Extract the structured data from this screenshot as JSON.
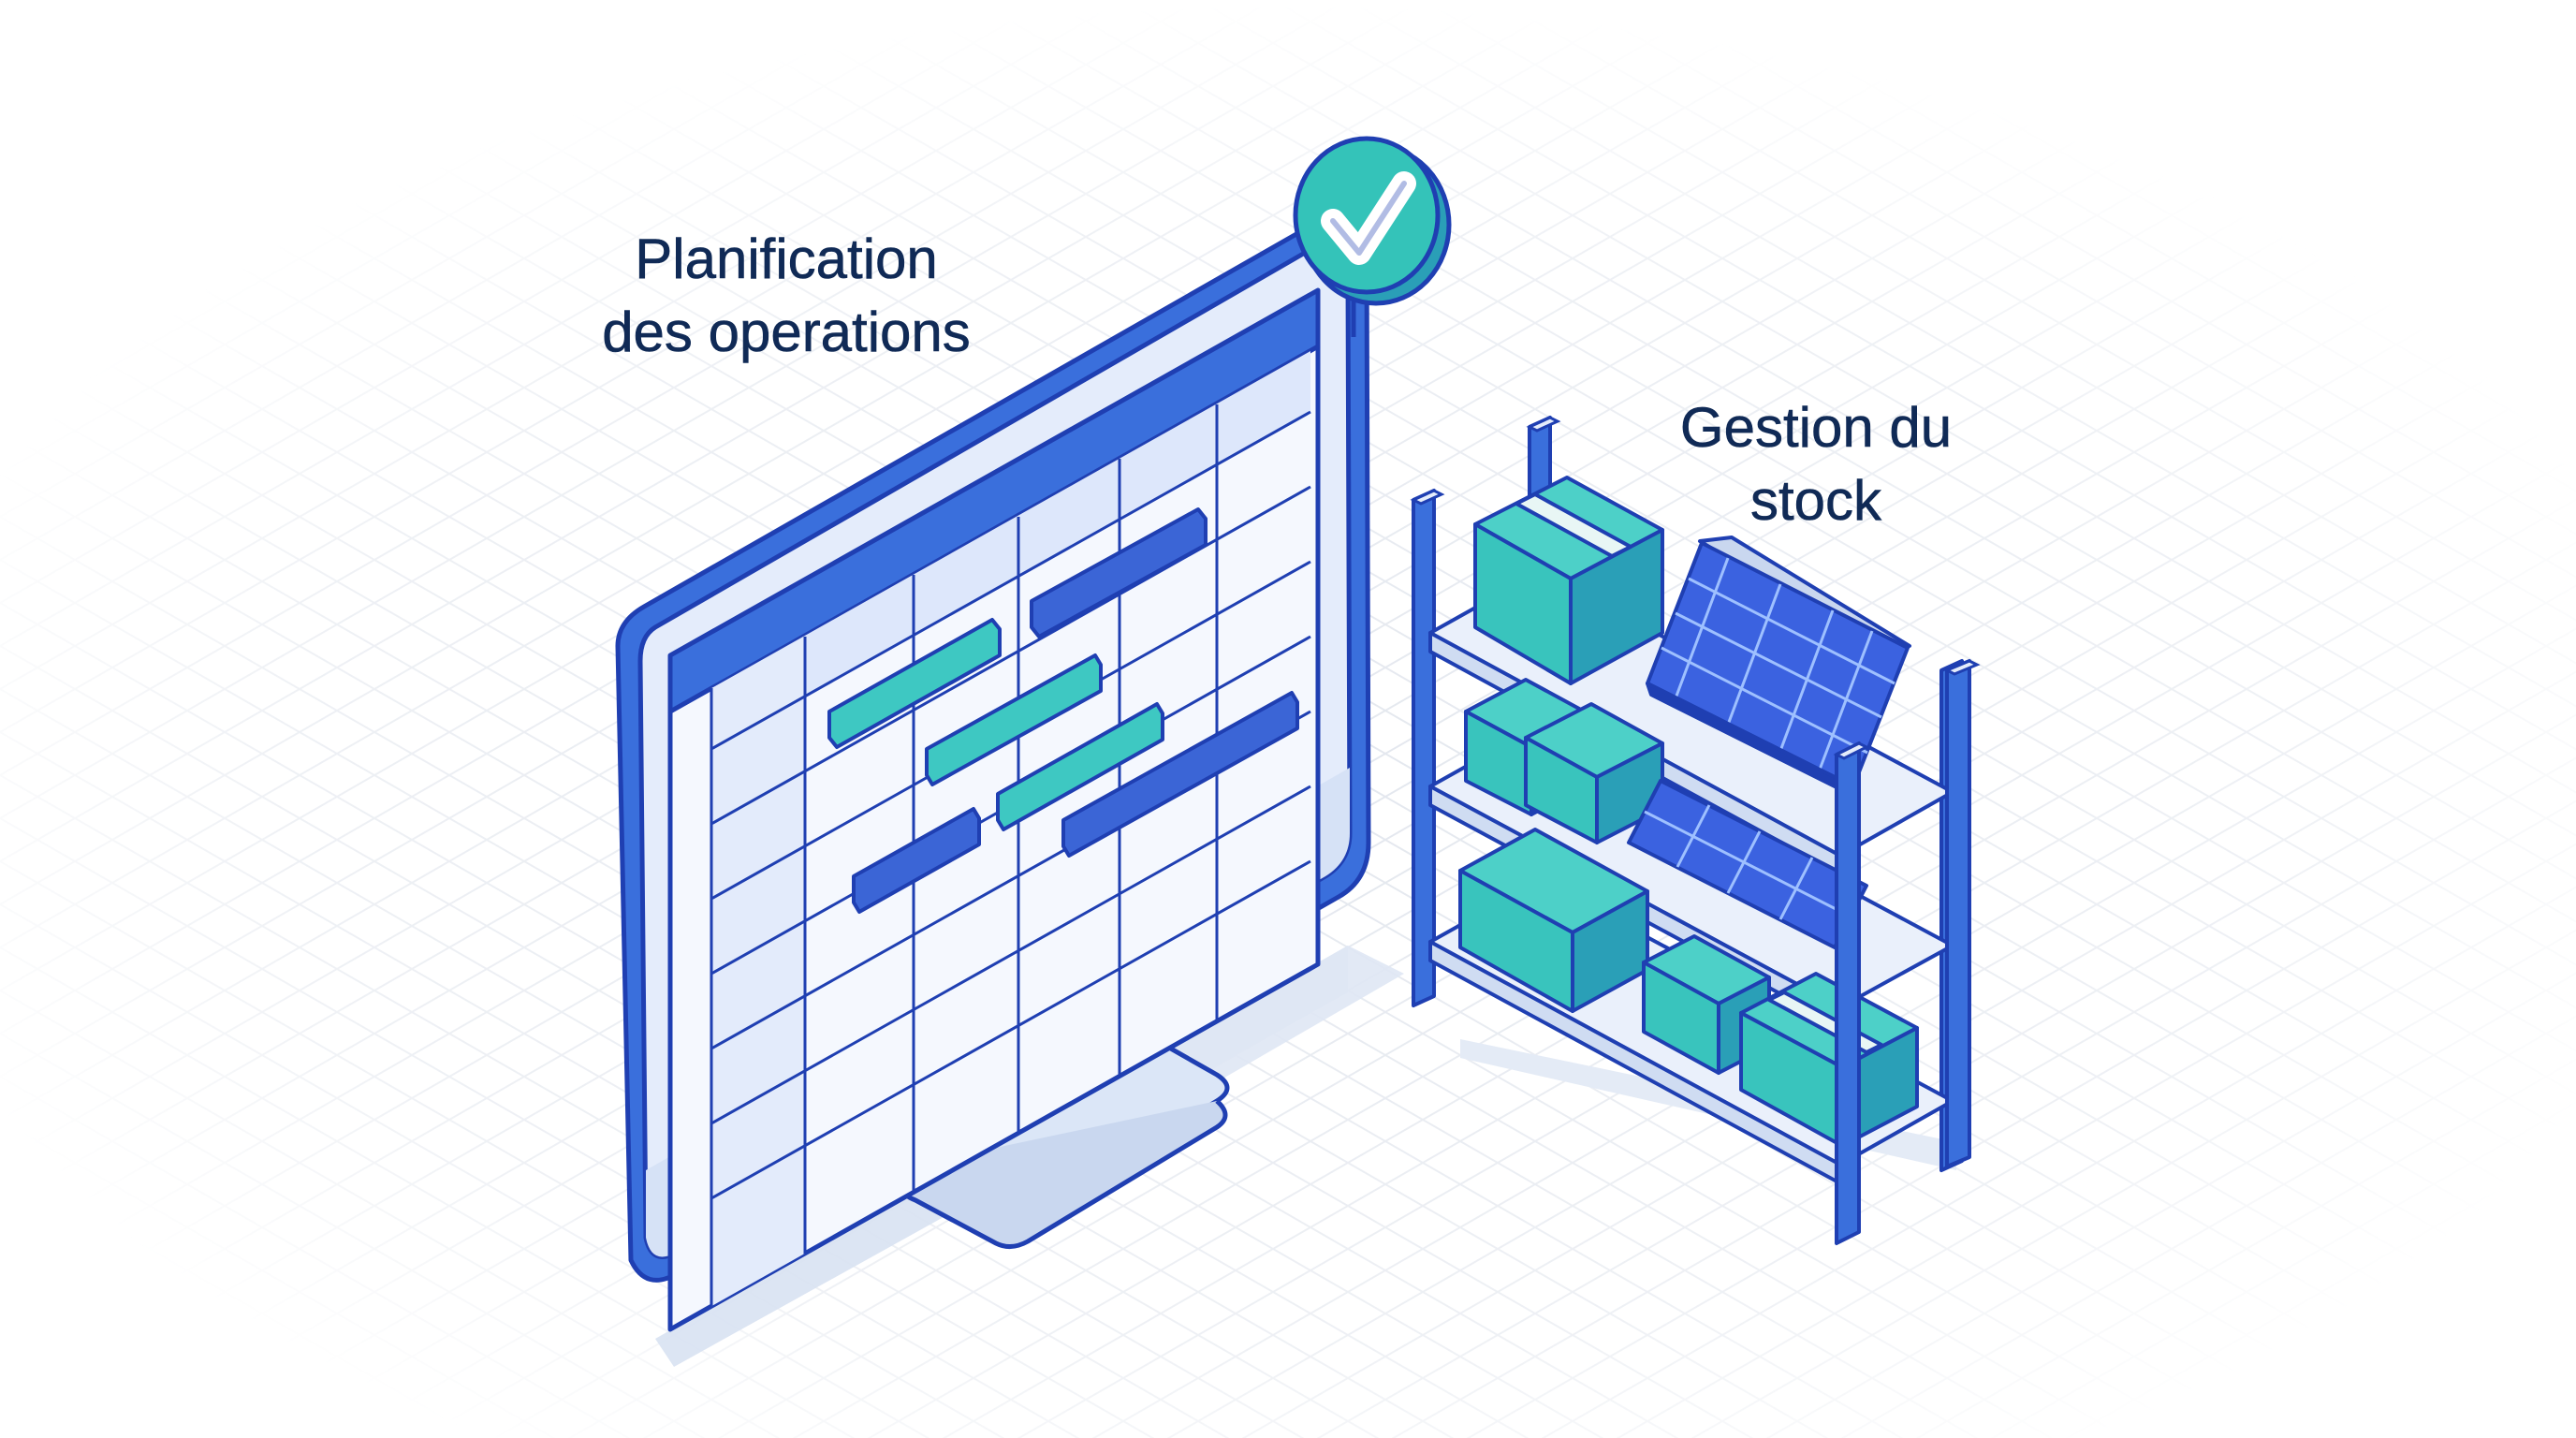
{
  "labels": {
    "planning": {
      "line1": "Planification",
      "line2": "des operations"
    },
    "stock": {
      "line1": "Gestion du",
      "line2": "stock"
    }
  },
  "colors": {
    "outline": "#1f3fb2",
    "monitor_blue": "#3a6fdc",
    "screen_bg": "#f3f7fe",
    "bar_teal": "#3ec8c2",
    "bar_blue": "#3b65d6",
    "box_teal": "#39c4bd",
    "box_teal_side": "#2a9fb7",
    "solar_panel": "#3b62e0",
    "check_circle": "#34c3b9",
    "text": "#102a56",
    "grid": "#e6eaf0"
  },
  "icons": [
    "computer-monitor-icon",
    "gantt-chart-icon",
    "check-badge-icon",
    "storage-shelf-icon",
    "cardboard-box-icon",
    "solar-panel-icon"
  ]
}
